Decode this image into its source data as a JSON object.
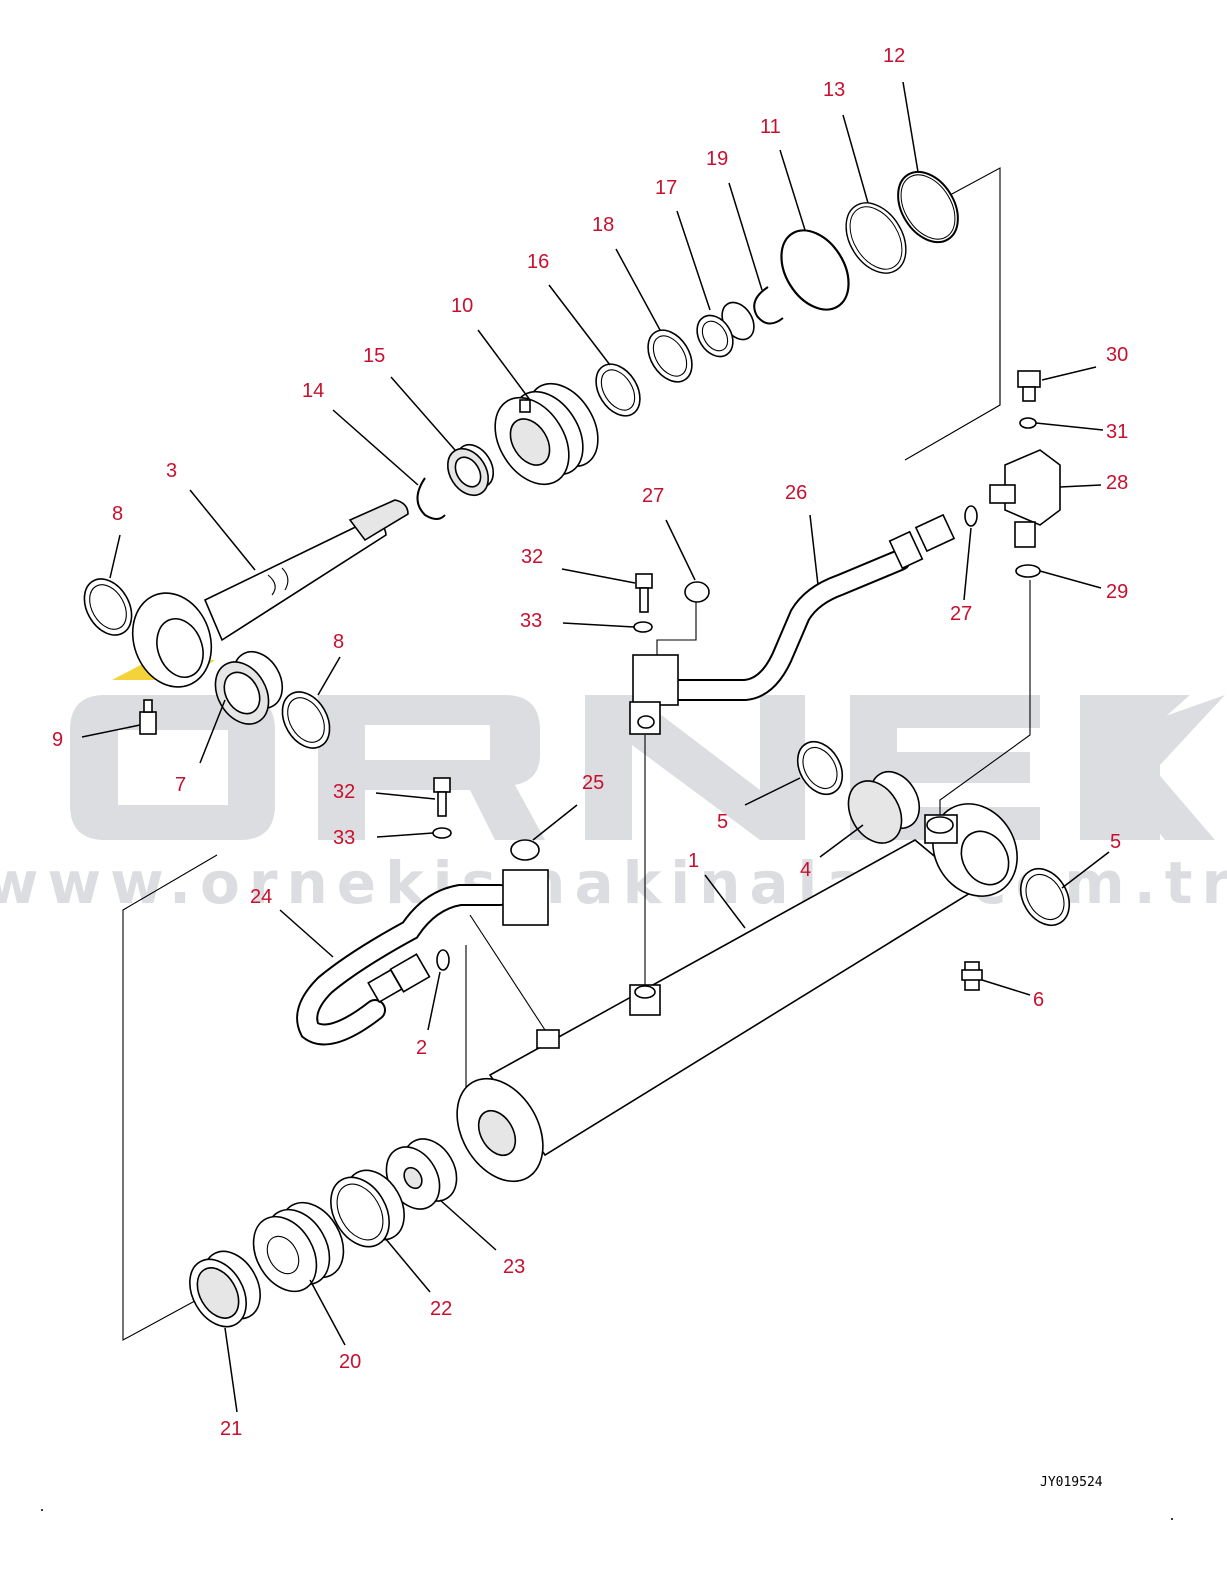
{
  "watermark": {
    "brand": "ORNEK",
    "url": "www.ornekismakinalari.com.tr",
    "color": "#dcdde0",
    "accent": "#f3d23a"
  },
  "callout_color": "#c8102e",
  "drawing_code": "JY019524",
  "callouts": [
    {
      "id": "c12",
      "text": "12"
    },
    {
      "id": "c13",
      "text": "13"
    },
    {
      "id": "c11",
      "text": "11"
    },
    {
      "id": "c19",
      "text": "19"
    },
    {
      "id": "c17",
      "text": "17"
    },
    {
      "id": "c18",
      "text": "18"
    },
    {
      "id": "c16",
      "text": "16"
    },
    {
      "id": "c10",
      "text": "10"
    },
    {
      "id": "c15",
      "text": "15"
    },
    {
      "id": "c14",
      "text": "14"
    },
    {
      "id": "c3",
      "text": "3"
    },
    {
      "id": "c8a",
      "text": "8"
    },
    {
      "id": "c8b",
      "text": "8"
    },
    {
      "id": "c9",
      "text": "9"
    },
    {
      "id": "c7",
      "text": "7"
    },
    {
      "id": "c30",
      "text": "30"
    },
    {
      "id": "c31",
      "text": "31"
    },
    {
      "id": "c28",
      "text": "28"
    },
    {
      "id": "c27a",
      "text": "27"
    },
    {
      "id": "c26",
      "text": "26"
    },
    {
      "id": "c27b",
      "text": "27"
    },
    {
      "id": "c29",
      "text": "29"
    },
    {
      "id": "c32a",
      "text": "32"
    },
    {
      "id": "c33a",
      "text": "33"
    },
    {
      "id": "c25",
      "text": "25"
    },
    {
      "id": "c32b",
      "text": "32"
    },
    {
      "id": "c33b",
      "text": "33"
    },
    {
      "id": "c5a",
      "text": "5"
    },
    {
      "id": "c5b",
      "text": "5"
    },
    {
      "id": "c4",
      "text": "4"
    },
    {
      "id": "c1",
      "text": "1"
    },
    {
      "id": "c24",
      "text": "24"
    },
    {
      "id": "c2",
      "text": "2"
    },
    {
      "id": "c6",
      "text": "6"
    },
    {
      "id": "c23",
      "text": "23"
    },
    {
      "id": "c22",
      "text": "22"
    },
    {
      "id": "c20",
      "text": "20"
    },
    {
      "id": "c21",
      "text": "21"
    }
  ]
}
